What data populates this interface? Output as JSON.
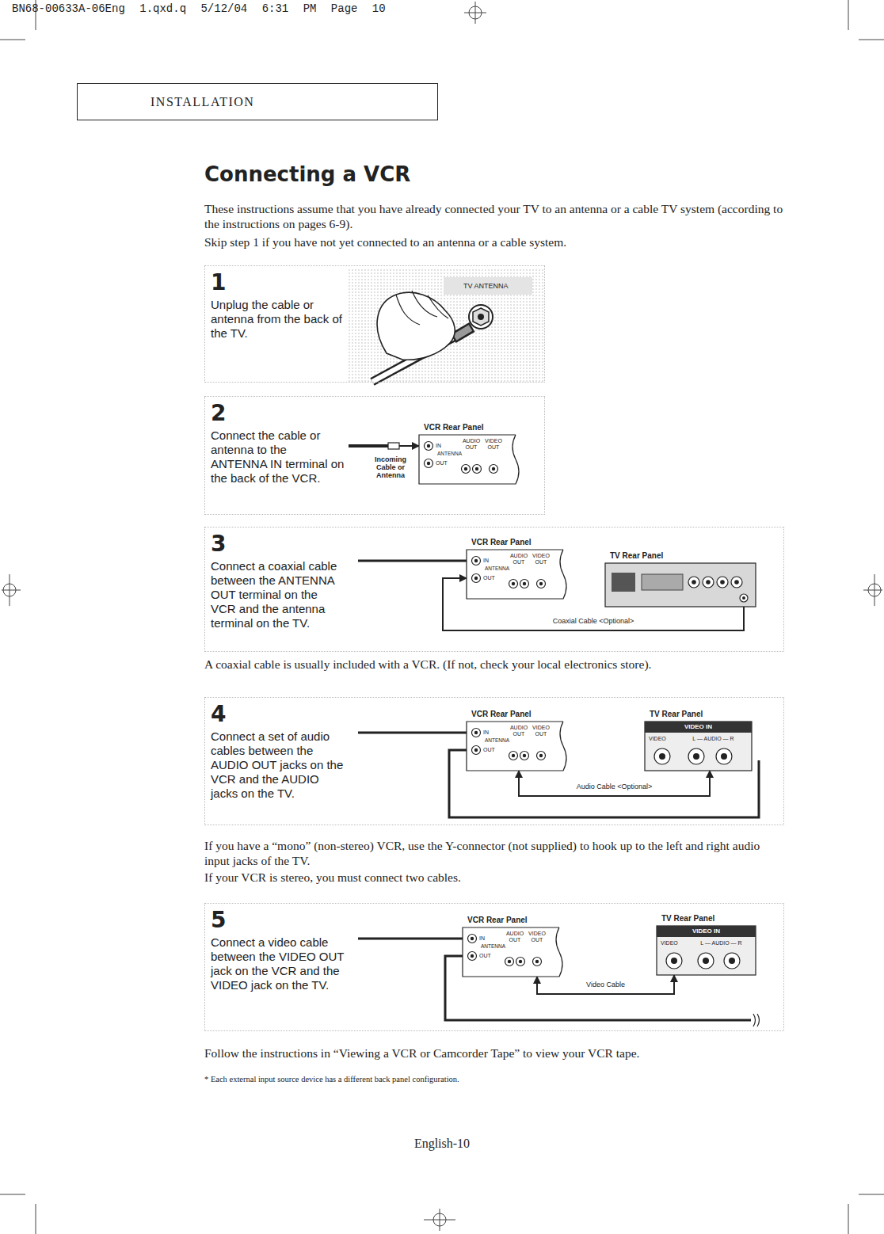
{
  "diagram": {
    "title": "Connecting a VCR",
    "nodes": [
      {
        "text": [
          "INSTALLATION"
        ]
      },
      {
        "text": [
          "1",
          "Unplug the cable or antenna from the back of the TV."
        ]
      },
      {
        "text": [
          "2",
          "Connect the cable or antenna to the ANTENNA IN terminal on the back of the VCR."
        ]
      },
      {
        "text": [
          "VCR Rear Panel",
          "IN",
          "ANTENNA",
          "OUT",
          "AUDIO OUT",
          "VIDEO OUT"
        ],
        "in": 2
      },
      {
        "text": [
          "3",
          "Connect a coaxial cable between the ANTENNA OUT terminal on the VCR and the antenna terminal on the TV."
        ]
      },
      {
        "text": [
          "VCR Rear Panel",
          "IN",
          "ANTENNA",
          "OUT",
          "AUDIO OUT",
          "VIDEO OUT"
        ],
        "in": 4
      },
      {
        "text": [
          "TV Rear Panel"
        ],
        "in": 4
      },
      {
        "text": [
          "4",
          "Connect a set of audio cables between the AUDIO OUT jacks on the VCR and the AUDIO jacks on the TV."
        ]
      },
      {
        "text": [
          "VCR Rear Panel",
          "IN",
          "ANTENNA",
          "OUT",
          "AUDIO OUT",
          "VIDEO OUT"
        ],
        "in": 7
      },
      {
        "text": [
          "TV Rear Panel",
          "VIDEO IN",
          "VIDEO",
          "L — AUDIO — R"
        ],
        "in": 7
      },
      {
        "text": [
          "5",
          "Connect a video cable between the VIDEO OUT jack on the VCR and the VIDEO jack on the TV."
        ]
      },
      {
        "text": [
          "VCR Rear Panel",
          "IN",
          "ANTENNA",
          "OUT",
          "AUDIO OUT",
          "VIDEO OUT"
        ],
        "in": 10
      },
      {
        "text": [
          "TV Rear Panel",
          "VIDEO IN",
          "VIDEO",
          "L — AUDIO — R"
        ],
        "in": 10
      }
    ],
    "edges": [
      {
        "from": 6,
        "to": 5,
        "label": "Coaxial Cable <Optional>",
        "arrow": "to"
      },
      {
        "from": 8,
        "to": 9,
        "label": "Audio Cable <Optional>",
        "arrow": "both"
      },
      {
        "from": 11,
        "to": 12,
        "label": "Video Cable",
        "arrow": "both"
      }
    ],
    "labels": [
      "BN68-00633A-06Eng 1.qxd.q 5/12/04 6:31 PM Page 10",
      "These instructions assume that you have already connected your TV to an antenna or a cable TV system (according to the instructions on pages 6-9).",
      "Skip step 1 if you have not yet connected to an antenna or a cable system.",
      "TV ANTENNA",
      "Incoming Cable or Antenna",
      "A coaxial cable is usually included with a VCR. (If not, check your local electronics store).",
      "If you have a “mono” (non-stereo) VCR, use the Y-connector (not supplied) to hook up to the left and right audio input jacks of the TV.",
      "If your VCR is stereo, you must connect two cables.",
      "Follow the instructions in “Viewing a VCR or Camcorder Tape” to view your VCR tape.",
      "* Each external input source device has a different back panel configuration.",
      "English-10"
    ]
  }
}
